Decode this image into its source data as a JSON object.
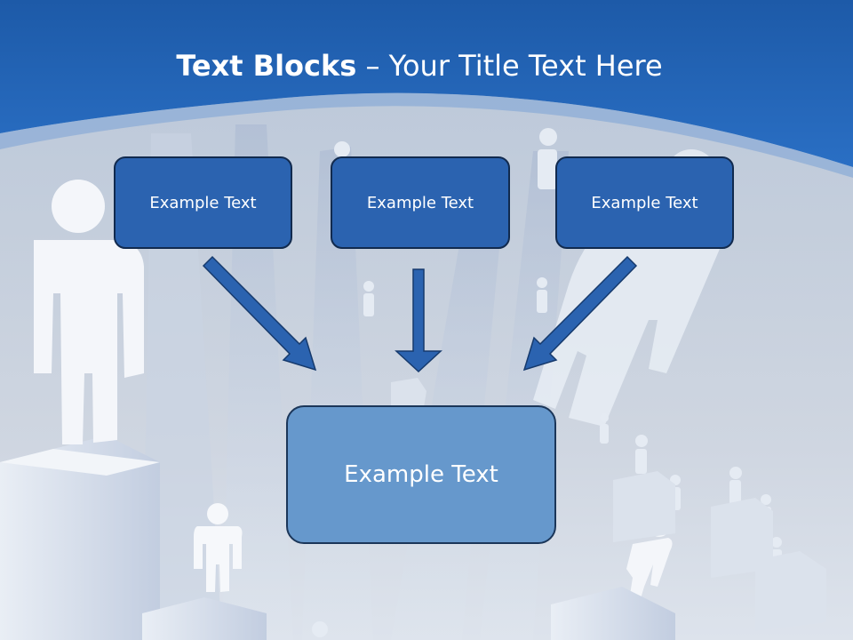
{
  "slide": {
    "title_bold": "Text Blocks",
    "title_separator": " – ",
    "title_rest": "Your Title Text Here",
    "colors": {
      "header": "#2465b6",
      "box_dark": "#2b63b0",
      "box_light": "#6698cc",
      "arrow": "#2b63b0"
    }
  },
  "blocks": {
    "top": [
      {
        "label": "Example Text"
      },
      {
        "label": "Example Text"
      },
      {
        "label": "Example Text"
      }
    ],
    "bottom": {
      "label": "Example Text"
    }
  }
}
